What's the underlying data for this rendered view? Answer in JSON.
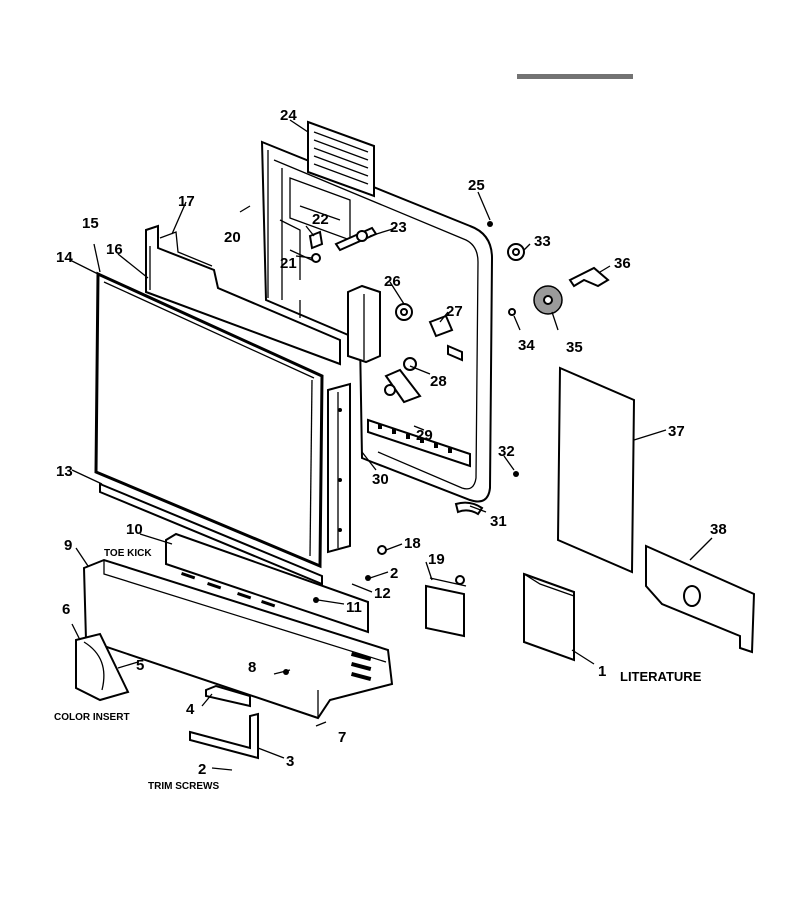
{
  "labels": {
    "l1": "1",
    "l2a": "2",
    "l2b": "2",
    "l3": "3",
    "l4": "4",
    "l5": "5",
    "l6": "6",
    "l7": "7",
    "l8": "8",
    "l9": "9",
    "l10": "10",
    "l11": "11",
    "l12": "12",
    "l13": "13",
    "l14": "14",
    "l15": "15",
    "l16": "16",
    "l17": "17",
    "l18": "18",
    "l19": "19",
    "l20": "20",
    "l21": "21",
    "l22": "22",
    "l23": "23",
    "l24": "24",
    "l25": "25",
    "l26": "26",
    "l27": "27",
    "l28": "28",
    "l29": "29",
    "l30": "30",
    "l31": "31",
    "l32": "32",
    "l33": "33",
    "l34": "34",
    "l35": "35",
    "l36": "36",
    "l37": "37",
    "l38": "38"
  },
  "captions": {
    "toe_kick": "TOE KICK",
    "color_insert": "COLOR INSERT",
    "trim_screws": "TRIM SCREWS",
    "literature": "LITERATURE"
  }
}
